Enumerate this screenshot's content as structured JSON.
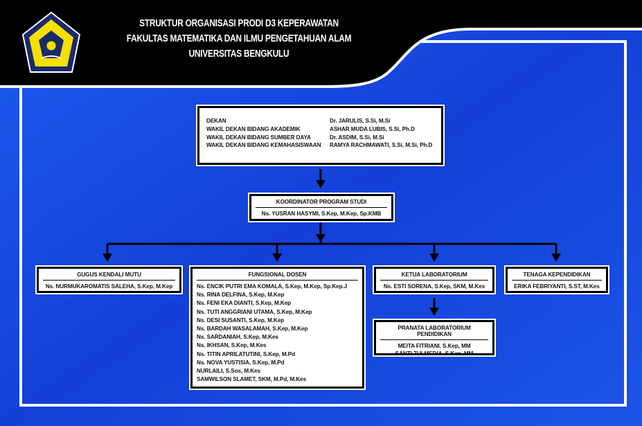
{
  "header": {
    "title_lines": [
      "STRUKTUR ORGANISASI PRODI D3 KEPERAWATAN",
      "FAKULTAS MATEMATIKA DAN ILMU PENGETAHUAN ALAM",
      "UNIVERSITAS BENGKULU"
    ],
    "logo": "university-of-bengkulu-emblem"
  },
  "colors": {
    "background": "#1a4fe0",
    "header": "#000000",
    "frame": "#ffffff",
    "logo_yellow": "#f5e000",
    "logo_navy": "#1b2a6b"
  },
  "dekanat": [
    {
      "role": "DEKAN",
      "name": "Dr. JARULIS, S.Si, M.Si"
    },
    {
      "role": "WAKIL DEKAN BIDANG AKADEMIK",
      "name": "ASHAR MUDA LUBIS, S.Si, Ph.D"
    },
    {
      "role": "WAKIL DEKAN BIDANG SUMBER DAYA",
      "name": "Dr. ASDIM, S.Si, M.Si"
    },
    {
      "role": "WAKIL DEKAN BIDANG KEMAHASISWAAN",
      "name": "RAMYA RACHMAWATI, S.Si, M.Si, Ph.D"
    }
  ],
  "koordinator": {
    "title": "KOORDINATOR PROGRAM STUDI",
    "name": "Ns. YUSRAN HASYMI, S.Kep, M.Kep, Sp.KMB"
  },
  "gugus": {
    "title": "GUGUS KENDALI MUTU",
    "name": "Ns. NURMUKAROMATIS SALEHA, S.Kep, M.Kep"
  },
  "fungsional": {
    "title": "FUNGSIONAL DOSEN",
    "members": [
      "Ns. ENCIK PUTRI EMA KOMALA, S.Kep, M.Kep, Sp.Kep.J",
      "Ns. RINA DELFINA, S.Kep, M.Kep",
      "Ns. FENI EKA DIANTI, S.Kep, M.Kep",
      "Ns. TUTI ANGGRIANI UTAMA, S.Kep, M.Kep",
      "Ns. DESI SUSANTI, S.Kep, M.Kep",
      "Ns. BARDAH WASALAMAH, S.Kep, M.Kep",
      "Ns. SARDANIAH, S.Kep, M.Kes",
      "Ns. IKHSAN, S.Kep, M.Kes",
      "Ns. TITIN APRILATUTINI, S.Kep, M.Pd",
      "Ns. NOVA YUSTISIA, S.Kep, M.Pd",
      "NURLAILI, S.Sos, M.Kes",
      "SAMWILSON SLAMET, SKM, M.Pd, M.Kes"
    ]
  },
  "ketua_lab": {
    "title": "KETUA LABORATORIUM",
    "name": "Ns. ESTI SORENA, S.Kep, SKM, M.Kes"
  },
  "pranata": {
    "title": "PRANATA LABORATORIUM PENDIDIKAN",
    "members": [
      "MEITA FITRIANI, S.Kep, MM",
      "SANTI ZULMEDIA, S.Kep, MM"
    ]
  },
  "tenaga": {
    "title": "TENAGA KEPENDIDIKAN",
    "name": "ERIKA FEBRIYANTI, S.ST, M.Kes"
  }
}
